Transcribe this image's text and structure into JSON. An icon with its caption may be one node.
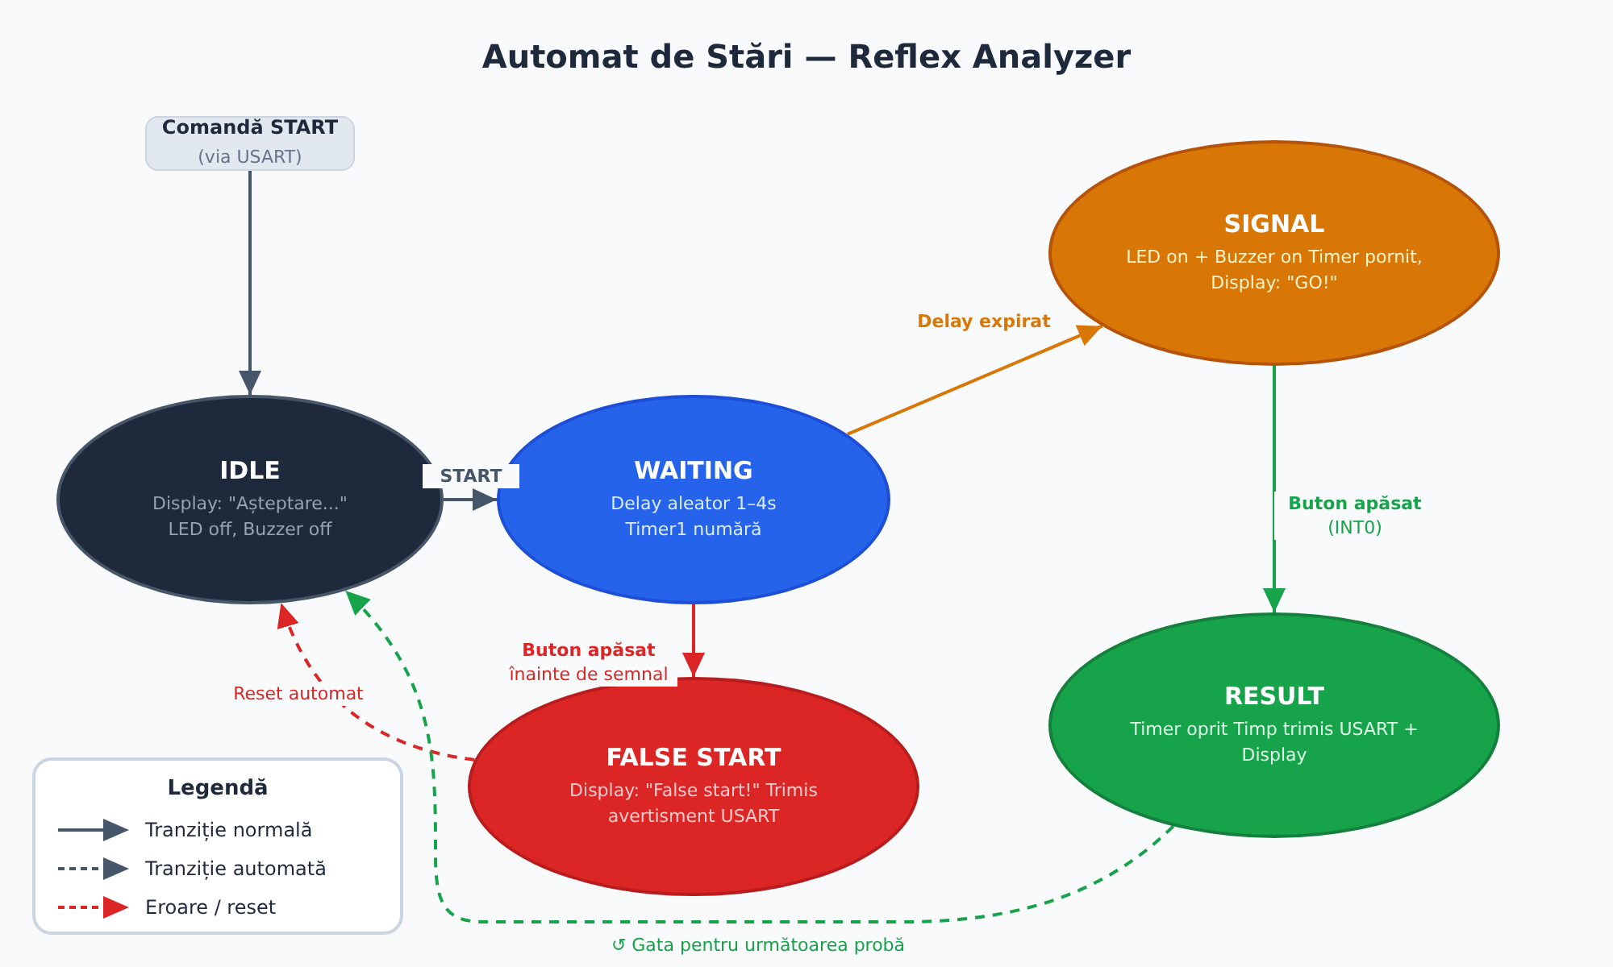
{
  "diagram": {
    "title": "Automat de Stări — Reflex Analyzer",
    "nodes": [
      {
        "text": [
          "Comandă START",
          "(via USART)"
        ]
      },
      {
        "text": [
          "IDLE",
          "Display: \"Așteptare...\" LED off, Buzzer off"
        ]
      },
      {
        "text": [
          "WAITING",
          "Delay aleator 1–4s Timer1 numără"
        ]
      },
      {
        "text": [
          "SIGNAL",
          "LED on + Buzzer on Timer pornit, Display: \"GO!\""
        ]
      },
      {
        "text": [
          "RESULT",
          "Timer oprit Timp trimis USART + Display"
        ]
      },
      {
        "text": [
          "FALSE START",
          "Display: \"False start!\" Trimis avertisment USART"
        ]
      }
    ],
    "edges": [
      {
        "from": 0,
        "to": 1,
        "arrow": "to"
      },
      {
        "from": 1,
        "to": 2,
        "arrow": "to",
        "label": "START"
      },
      {
        "from": 2,
        "to": 3,
        "arrow": "to",
        "label": "Delay expirat",
        "color": "#d97706"
      },
      {
        "from": 3,
        "to": 4,
        "arrow": "to",
        "label": "**Buton apăsat** (INT0)",
        "color": "#16a34a"
      },
      {
        "from": 2,
        "to": 5,
        "arrow": "to",
        "label": "**Buton apăsat** înainte de semnal",
        "color": "#dc2626"
      },
      {
        "from": 5,
        "to": 1,
        "arrow": "to",
        "label": "Reset automat",
        "style": "dashed",
        "color": "#dc2626"
      },
      {
        "from": 4,
        "to": 1,
        "arrow": "to",
        "label": "↺ Gata pentru următoarea probă",
        "style": "dashed",
        "color": "#16a34a"
      }
    ],
    "labels": [
      "Legendă"
    ],
    "legend": [
      {
        "text": "Tranziție normală"
      },
      {
        "text": "Tranziție automată"
      },
      {
        "text": "Eroare / reset"
      }
    ]
  }
}
